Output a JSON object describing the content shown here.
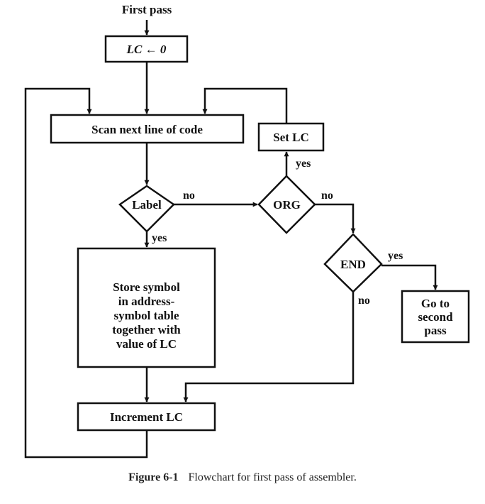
{
  "diagram": {
    "start_label": "First pass",
    "nodes": {
      "init": {
        "text": "LC ← 0"
      },
      "scan": {
        "text": "Scan next line of code"
      },
      "set_lc": {
        "text": "Set LC"
      },
      "label": {
        "text": "Label"
      },
      "org": {
        "text": "ORG"
      },
      "end": {
        "text": "END"
      },
      "store": {
        "lines": [
          "Store symbol",
          "in address-",
          "symbol table",
          "together with",
          "value of LC"
        ]
      },
      "second": {
        "lines": [
          "Go to",
          "second",
          "pass"
        ]
      },
      "increment": {
        "text": "Increment LC"
      }
    },
    "edges": {
      "label_no": "no",
      "label_yes": "yes",
      "org_no": "no",
      "org_yes": "yes",
      "end_yes": "yes",
      "end_no": "no"
    }
  },
  "caption": {
    "figure": "Figure 6-1",
    "text": "Flowchart for first pass of assembler."
  }
}
